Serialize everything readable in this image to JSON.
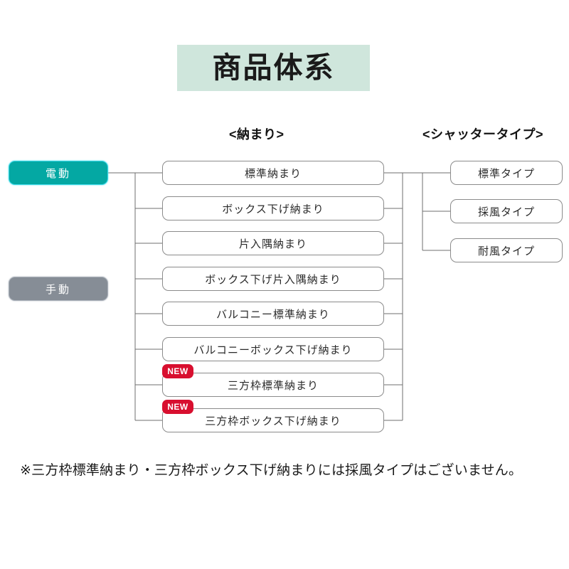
{
  "title": {
    "text": "商品体系"
  },
  "columns": {
    "osamari_header": "<納まり>",
    "shutter_header": "<シャッタータイプ>"
  },
  "roots": [
    {
      "label": "電動",
      "color": "#04a8a3"
    },
    {
      "label": "手動",
      "color": "#868d96"
    }
  ],
  "osamari_items": [
    {
      "label": "標準納まり",
      "badge": ""
    },
    {
      "label": "ボックス下げ納まり",
      "badge": ""
    },
    {
      "label": "片入隅納まり",
      "badge": ""
    },
    {
      "label": "ボックス下げ片入隅納まり",
      "badge": ""
    },
    {
      "label": "バルコニー標準納まり",
      "badge": ""
    },
    {
      "label": "バルコニーボックス下げ納まり",
      "badge": ""
    },
    {
      "label": "三方枠標準納まり",
      "badge": "NEW"
    },
    {
      "label": "三方枠ボックス下げ納まり",
      "badge": "NEW"
    }
  ],
  "shutter_types": [
    {
      "label": "標準タイプ"
    },
    {
      "label": "採風タイプ"
    },
    {
      "label": "耐風タイプ"
    }
  ],
  "footnote": "※三方枠標準納まり・三方枠ボックス下げ納まりには採風タイプはございません。",
  "colors": {
    "title_background": "#cfe6dc",
    "electric_teal": "#04a8a3",
    "manual_gray": "#868d96",
    "new_badge_red": "#d80f2f",
    "line_gray": "#6f6f6f",
    "box_border": "#8b8b8b"
  }
}
